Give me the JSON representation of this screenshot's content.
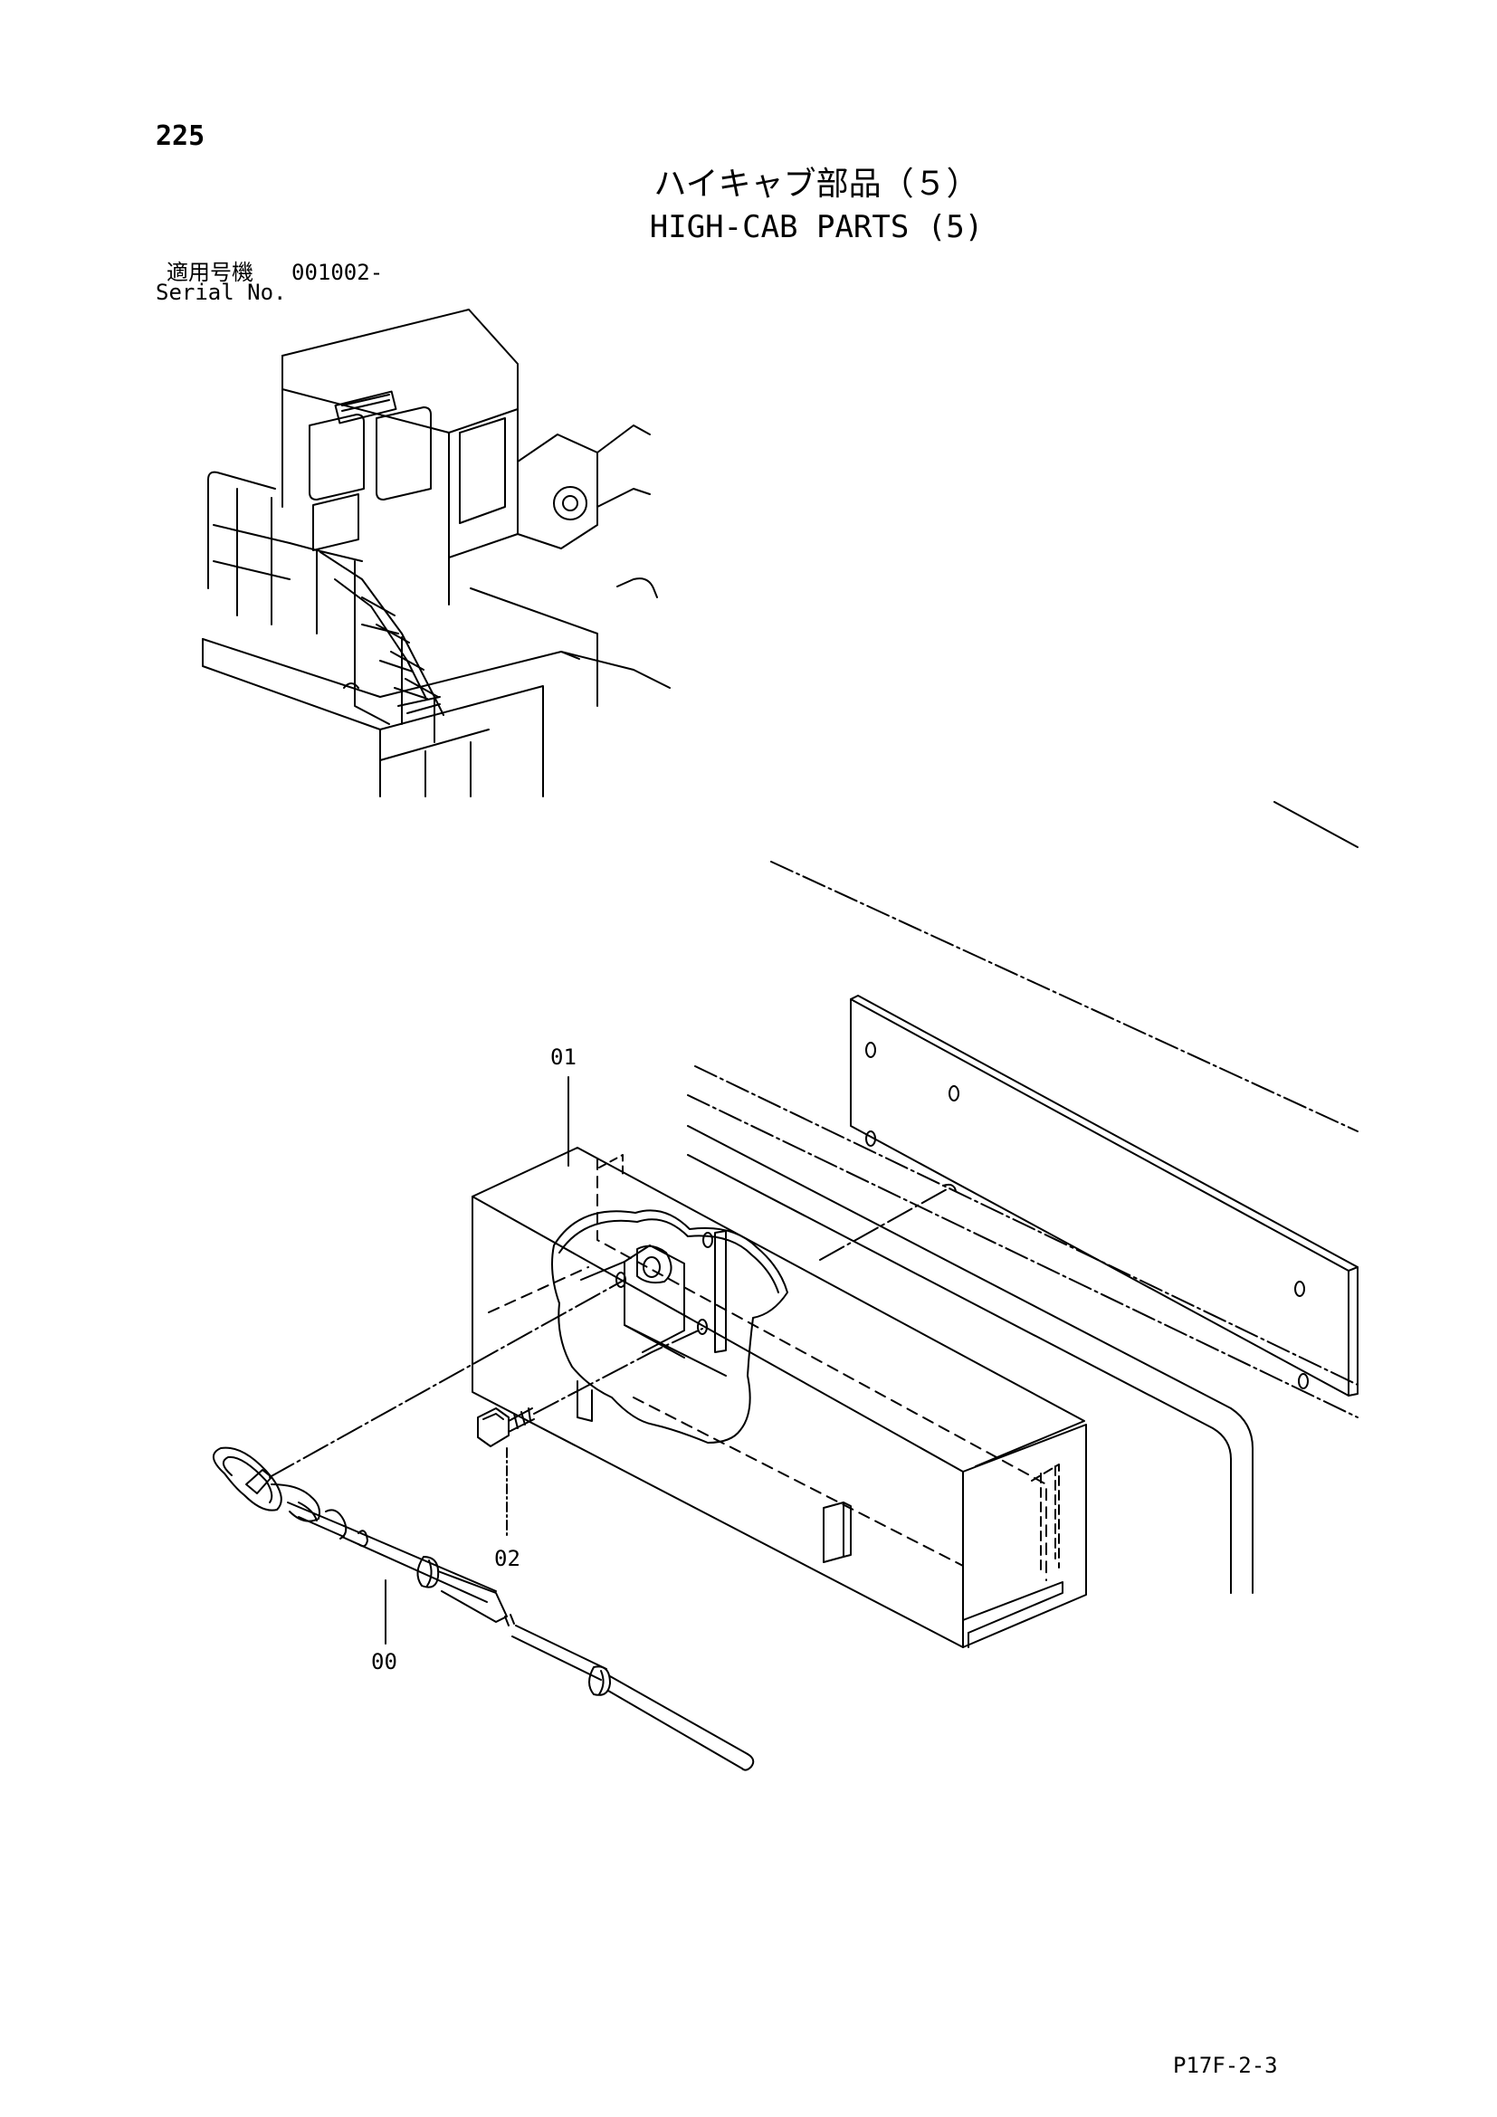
{
  "page": {
    "number": "225",
    "title_jp": "ハイキャブ部品（５）",
    "title_en": "HIGH-CAB PARTS (5)",
    "serial_label_jp": "適用号機",
    "serial_value": "001002-",
    "serial_label_en": "Serial No.",
    "drawing_code": "P17F-2-3"
  },
  "callouts": [
    {
      "id": "01"
    },
    {
      "id": "02"
    },
    {
      "id": "00"
    }
  ]
}
